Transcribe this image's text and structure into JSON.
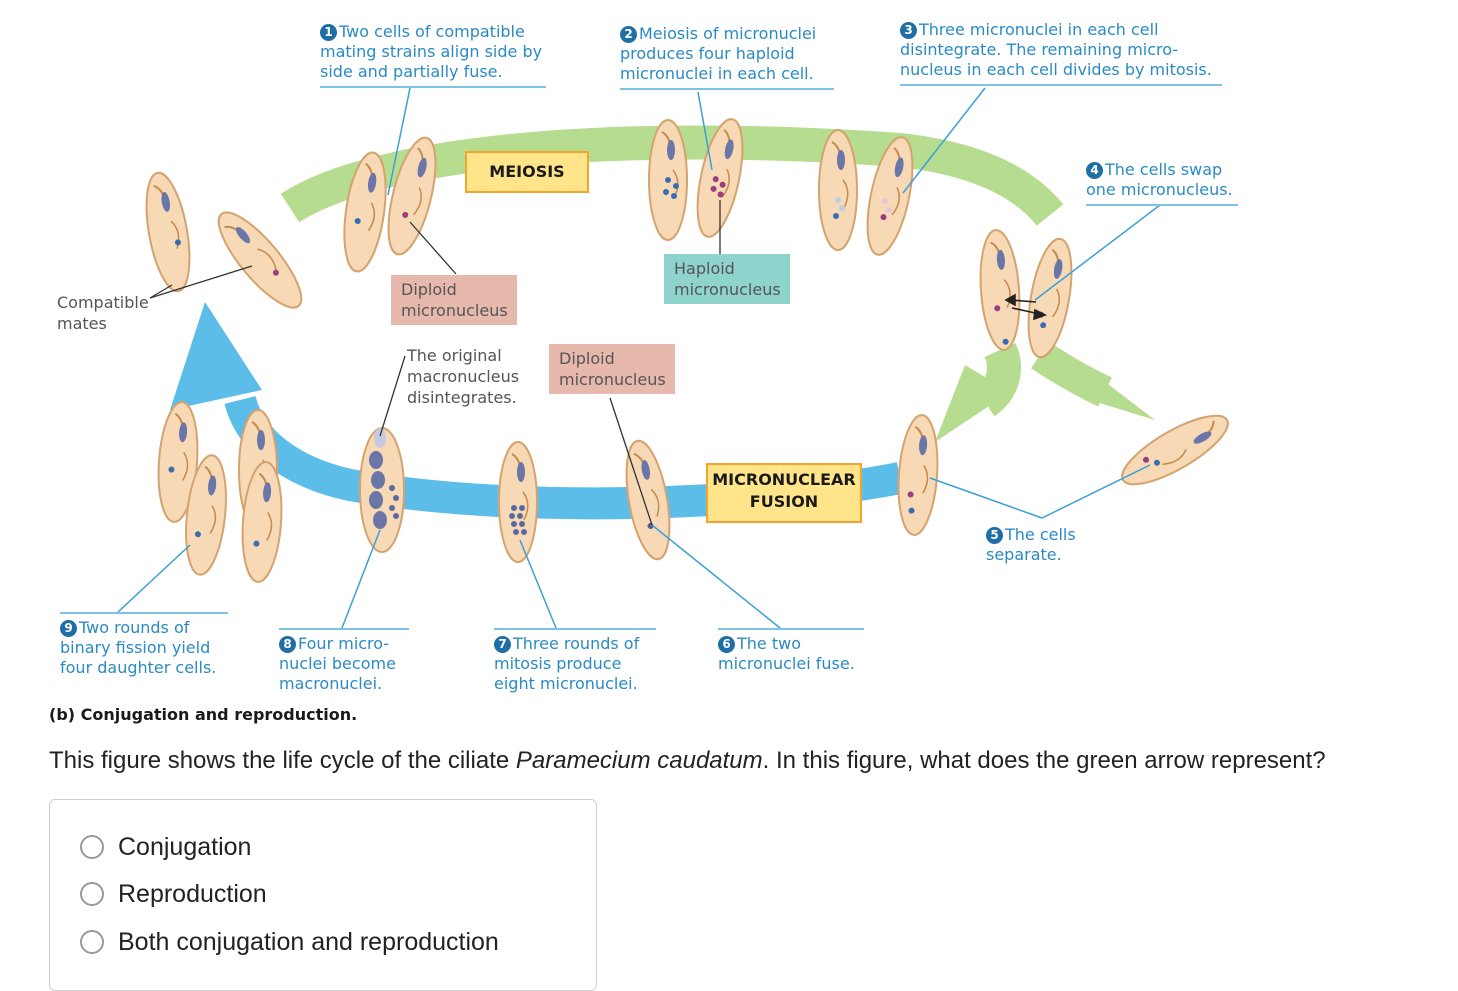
{
  "figure": {
    "steps": [
      {
        "num": "1",
        "text": "Two cells of compatible mating strains align side by side and partially fuse."
      },
      {
        "num": "2",
        "text": "Meiosis of micronuclei produces four haploid micronuclei in each cell."
      },
      {
        "num": "3",
        "text": "Three micronuclei in each cell disintegrate. The remaining micro- nucleus in each cell divides by mitosis."
      },
      {
        "num": "4",
        "text": "The cells swap one micronucleus."
      },
      {
        "num": "5",
        "text": "The cells separate."
      },
      {
        "num": "6",
        "text": "The two micronuclei fuse."
      },
      {
        "num": "7",
        "text": "Three rounds of mitosis produce eight micronuclei."
      },
      {
        "num": "8",
        "text": "Four micro- nuclei become macronuclei."
      },
      {
        "num": "9",
        "text": "Two rounds of binary fission yield four daughter cells."
      }
    ],
    "labels": {
      "compatible_mates": "Compatible mates",
      "diploid_micronucleus_1": "Diploid micronucleus",
      "haploid_micronucleus": "Haploid micronucleus",
      "macronucleus_disintegrates": "The original macronucleus disintegrates.",
      "diploid_micronucleus_2": "Diploid micronucleus",
      "meiosis": "MEIOSIS",
      "micronuclear_fusion_1": "MICRONUCLEAR",
      "micronuclear_fusion_2": "FUSION"
    },
    "caption": "(b) Conjugation and reproduction.",
    "colors": {
      "conjugation_arrow": "#b6dc8f",
      "reproduction_arrow": "#5cbde9",
      "cell": "#f7d9b5",
      "macronucleus": "#6a76a8"
    }
  },
  "question": {
    "prefix": "This figure shows the life cycle of the ciliate ",
    "species": "Paramecium caudatum",
    "suffix": ". In this figure, what does the green arrow represent?"
  },
  "choices": [
    "Conjugation",
    "Reproduction",
    "Both conjugation and reproduction"
  ]
}
